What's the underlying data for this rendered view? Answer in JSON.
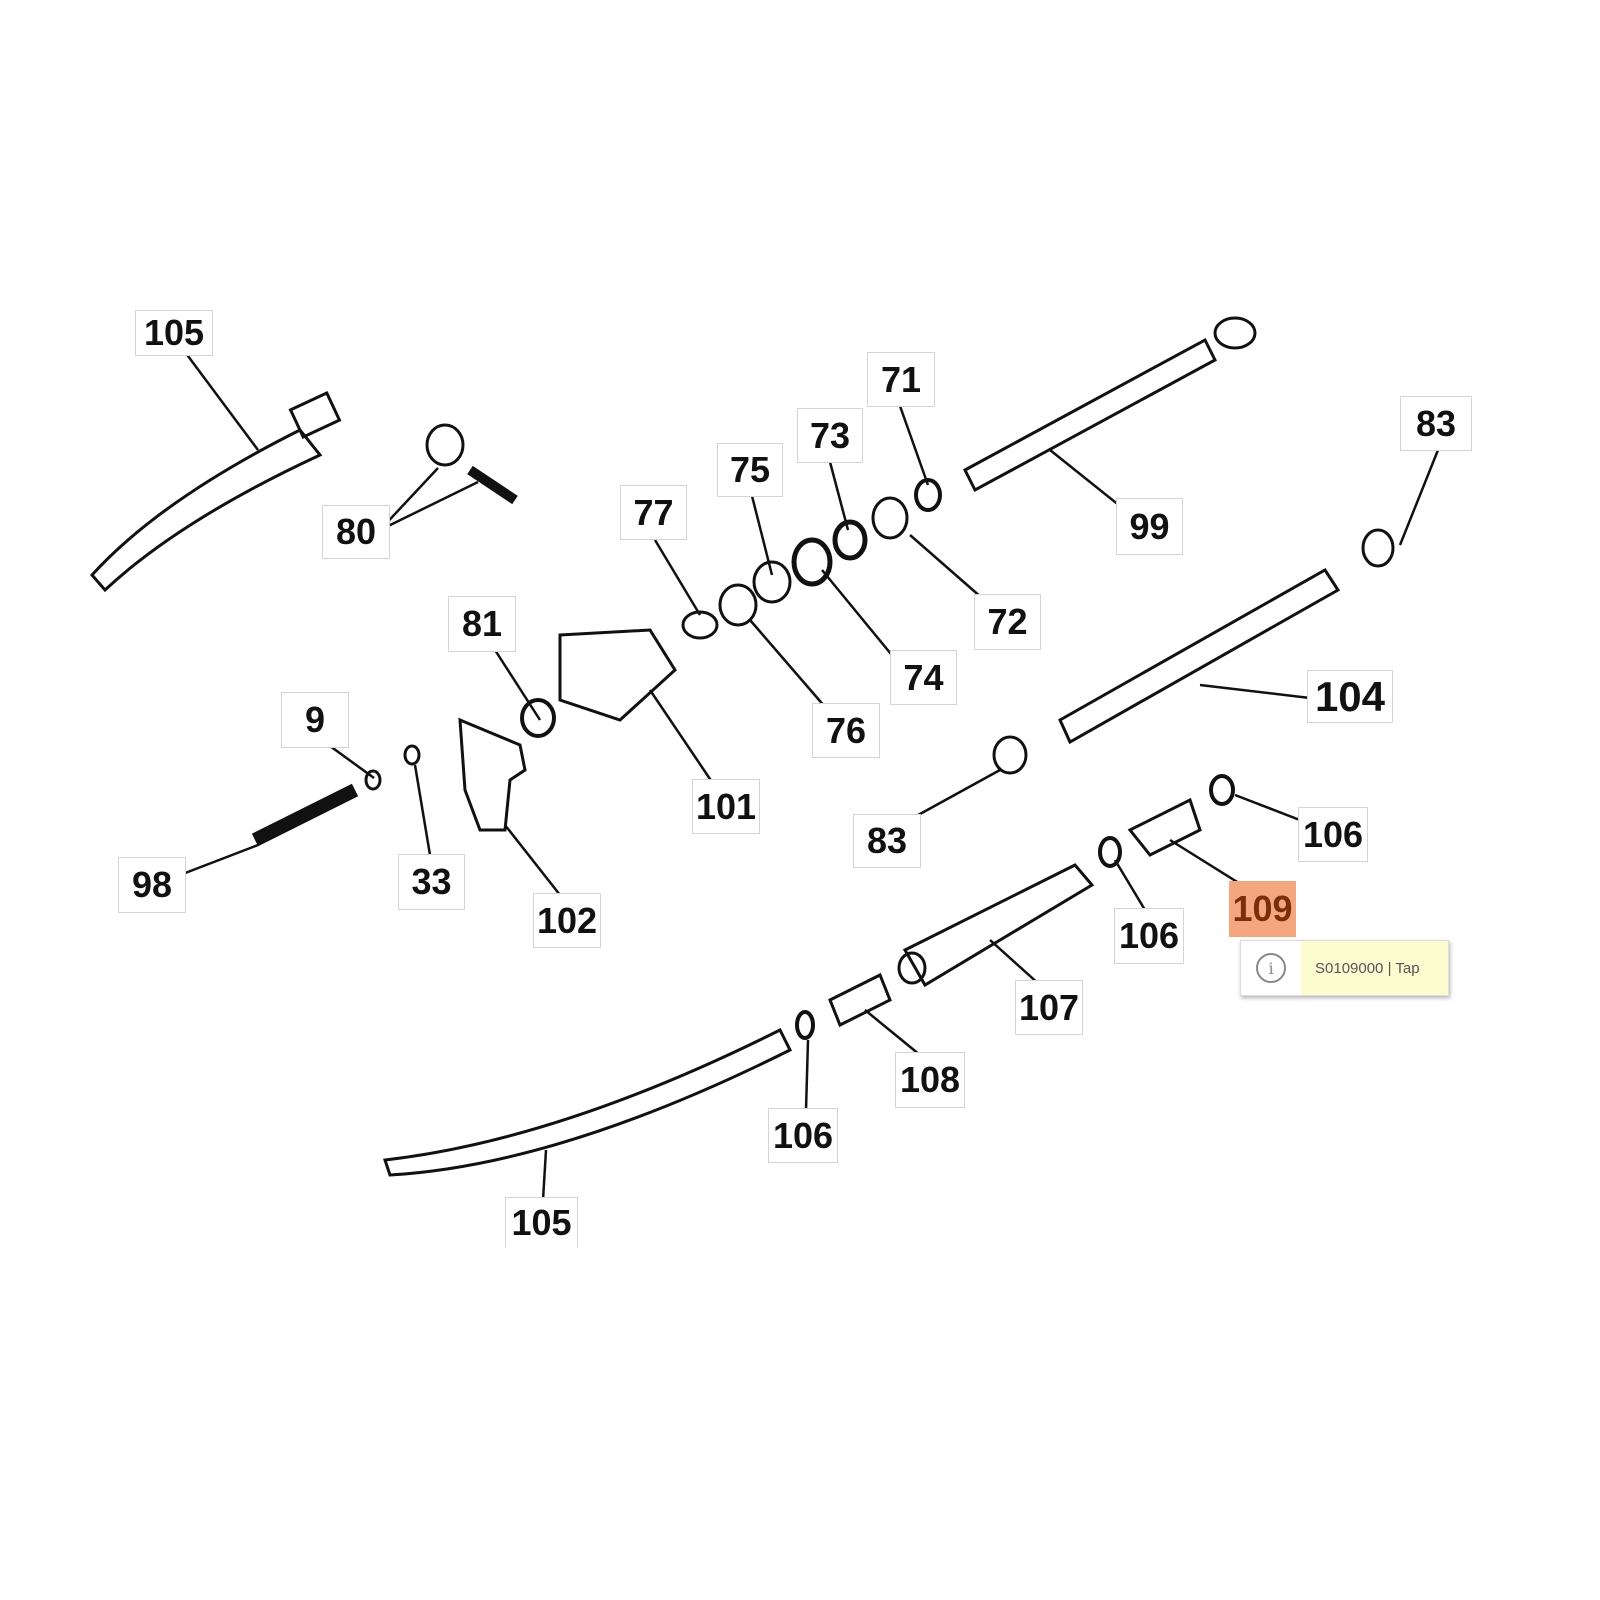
{
  "labels": [
    {
      "id": "105-top",
      "text": "105"
    },
    {
      "id": "80",
      "text": "80"
    },
    {
      "id": "77",
      "text": "77"
    },
    {
      "id": "75",
      "text": "75"
    },
    {
      "id": "73",
      "text": "73"
    },
    {
      "id": "71",
      "text": "71"
    },
    {
      "id": "99",
      "text": "99"
    },
    {
      "id": "83-right",
      "text": "83"
    },
    {
      "id": "72",
      "text": "72"
    },
    {
      "id": "81",
      "text": "81"
    },
    {
      "id": "74",
      "text": "74"
    },
    {
      "id": "76",
      "text": "76"
    },
    {
      "id": "104",
      "text": "104"
    },
    {
      "id": "9",
      "text": "9"
    },
    {
      "id": "101",
      "text": "101"
    },
    {
      "id": "83-mid",
      "text": "83"
    },
    {
      "id": "106-right",
      "text": "106"
    },
    {
      "id": "98",
      "text": "98"
    },
    {
      "id": "33",
      "text": "33"
    },
    {
      "id": "102",
      "text": "102"
    },
    {
      "id": "109",
      "text": "109",
      "highlighted": true
    },
    {
      "id": "106-mid",
      "text": "106"
    },
    {
      "id": "107",
      "text": "107"
    },
    {
      "id": "108",
      "text": "108"
    },
    {
      "id": "106-bottom",
      "text": "106"
    },
    {
      "id": "105-bottom",
      "text": "105"
    }
  ],
  "tooltip": {
    "icon": "info-icon",
    "text": "S0109000 | Tap"
  },
  "colors": {
    "highlight": "#f4a77e",
    "tooltip_bg": "#fdfcd0"
  }
}
